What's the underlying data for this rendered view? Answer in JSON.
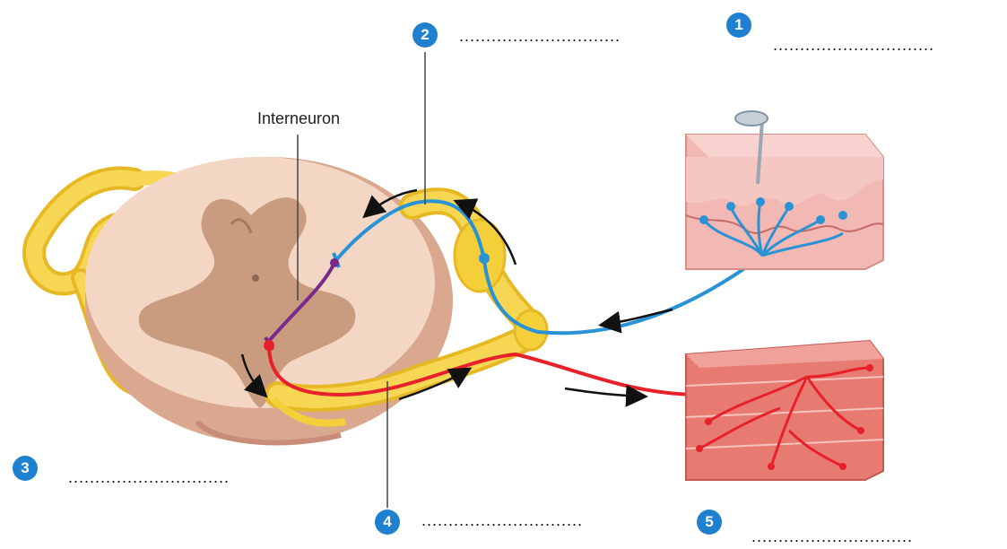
{
  "labels": {
    "interneuron": "Interneuron"
  },
  "markers": {
    "m1": "1",
    "m2": "2",
    "m3": "3",
    "m4": "4",
    "m5": "5"
  },
  "blanks": {
    "b1": "..............................",
    "b2": "..............................",
    "b3": "..............................",
    "b4": "..............................",
    "b5": ".............................."
  },
  "colors": {
    "sensory_neuron": "#2a93d5",
    "motor_neuron": "#e8202a",
    "interneuron": "#7a2a8c",
    "nerve": "#f5cf3a",
    "cord_white_matter": "#f4d6c4",
    "cord_grey_matter": "#c99c80",
    "skin": "#f2b8b4",
    "muscle": "#e77b72",
    "marker": "#1f80cf"
  }
}
